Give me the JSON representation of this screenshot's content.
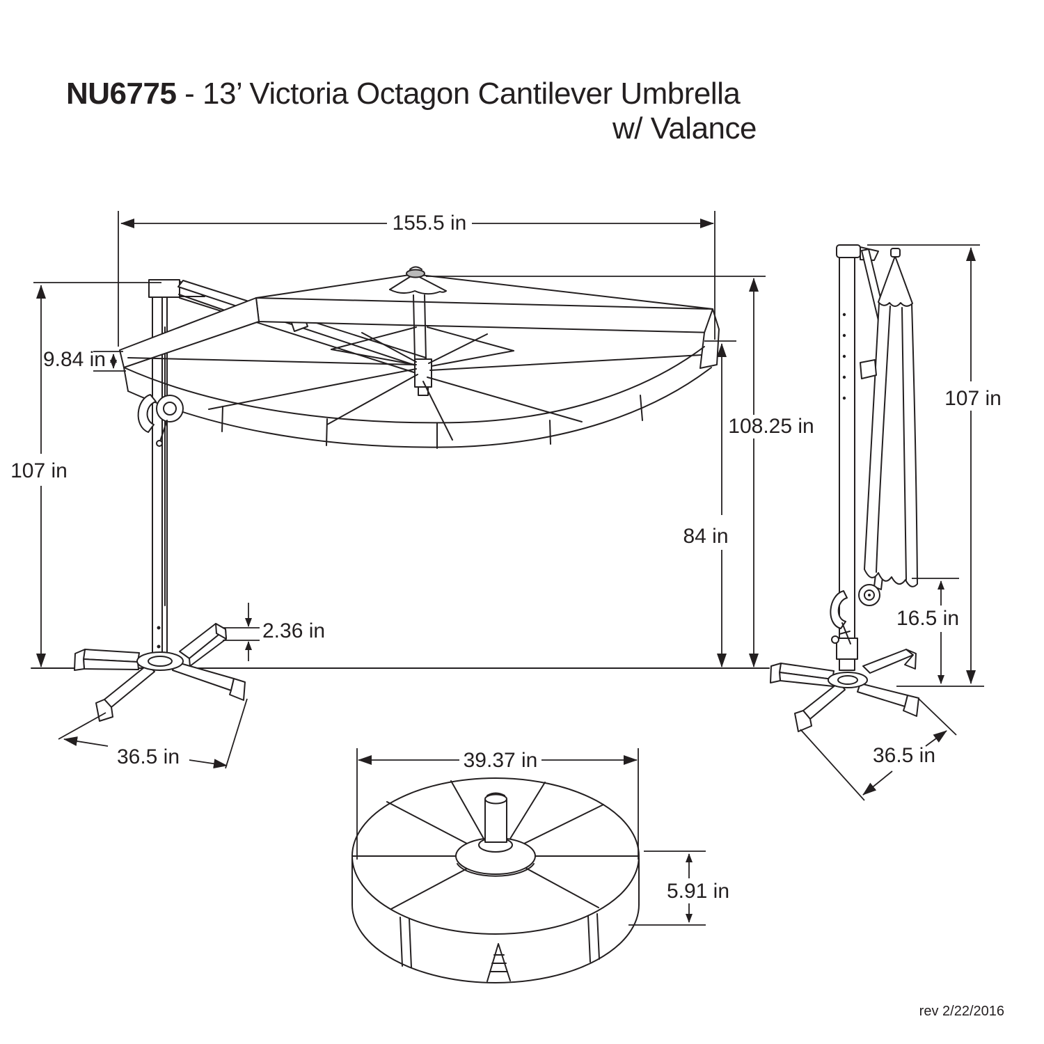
{
  "title": {
    "model": "NU6775",
    "rest": " - 13’ Victoria Octagon Cantilever Umbrella",
    "line2": "w/ Valance"
  },
  "revision": "rev 2/22/2016",
  "dimensions": {
    "open": {
      "canopy_width": "155.5 in",
      "valance_drop": "9.84 in",
      "pole_height": "107 in",
      "overall_height": "108.25 in",
      "clearance_under_canopy": "84 in",
      "base_bar_height": "2.36 in",
      "base_arm_span": "36.5 in"
    },
    "closed": {
      "overall_height": "107 in",
      "canopy_bottom_to_ground": "16.5 in",
      "base_arm_span": "36.5 in"
    },
    "base_weight": {
      "diameter": "39.37 in",
      "height": "5.91 in"
    }
  },
  "colors": {
    "line": "#231f20",
    "background": "#ffffff",
    "finial_fill": "#b9b9b9"
  }
}
